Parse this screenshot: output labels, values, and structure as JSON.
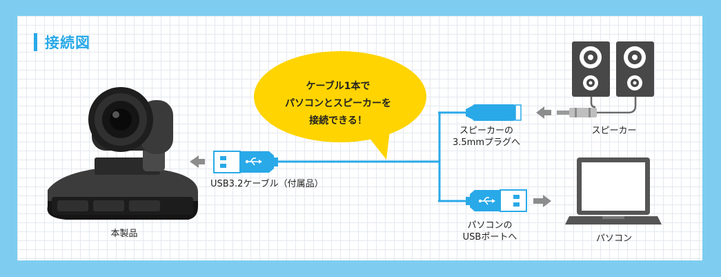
{
  "title": "接続図",
  "bubble": {
    "line1": "ケーブル1本で",
    "line2": "パソコンとスピーカーを",
    "line3": "接続できる！"
  },
  "labels": {
    "product": "本製品",
    "cable": "USB3.2ケーブル（付属品）",
    "speaker_plug_line1": "スピーカーの",
    "speaker_plug_line2": "3.5mmプラグへ",
    "speaker": "スピーカー",
    "pc_port_line1": "パソコンの",
    "pc_port_line2": "USBポートへ",
    "pc": "パソコン"
  },
  "colors": {
    "frame": "#7ecdf0",
    "accent": "#29a9e8",
    "bubble": "#ffd400",
    "arrow": "#8c8c8c",
    "device": "#2b2b2b"
  }
}
